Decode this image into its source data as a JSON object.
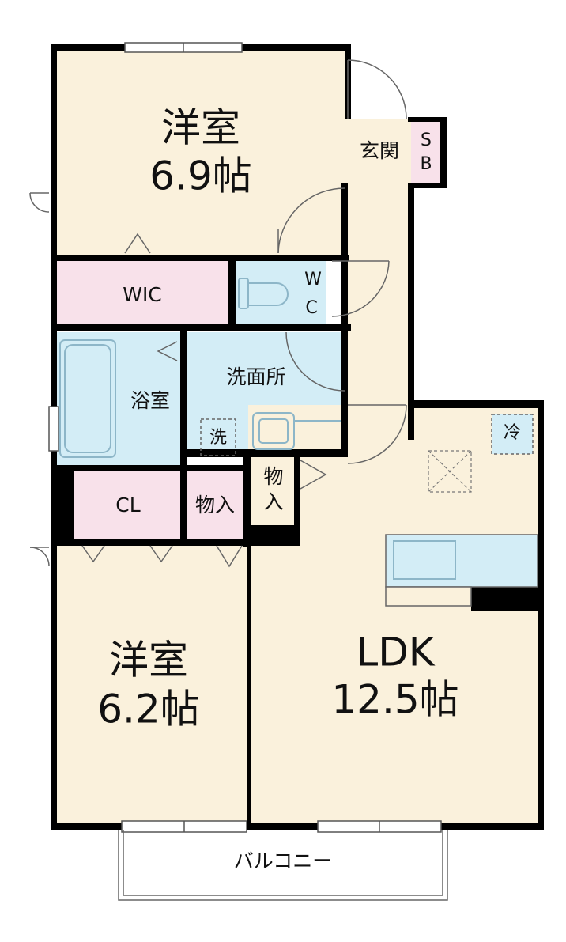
{
  "colors": {
    "beige": "#FAF1DC",
    "blue": "#D3EDF6",
    "pink": "#F8E1EA",
    "wall": "#000000",
    "line": "#555555",
    "fixture": "#8DB6C8"
  },
  "rooms": {
    "western_room_1": {
      "name": "洋室",
      "size": "6.9帖"
    },
    "western_room_2": {
      "name": "洋室",
      "size": "6.2帖"
    },
    "ldk": {
      "name": "LDK",
      "size": "12.5帖"
    },
    "entrance": "玄関",
    "shoe_box": {
      "line1": "S",
      "line2": "B"
    },
    "wic": "WIC",
    "wc": {
      "line1": "W",
      "line2": "C"
    },
    "bathroom": "浴室",
    "washroom": "洗面所",
    "washer_mark": "洗",
    "fridge_mark": "冷",
    "storage_1": {
      "line1": "物",
      "line2": "入"
    },
    "storage_2": "物入",
    "closet": "CL",
    "balcony": "バルコニー"
  }
}
